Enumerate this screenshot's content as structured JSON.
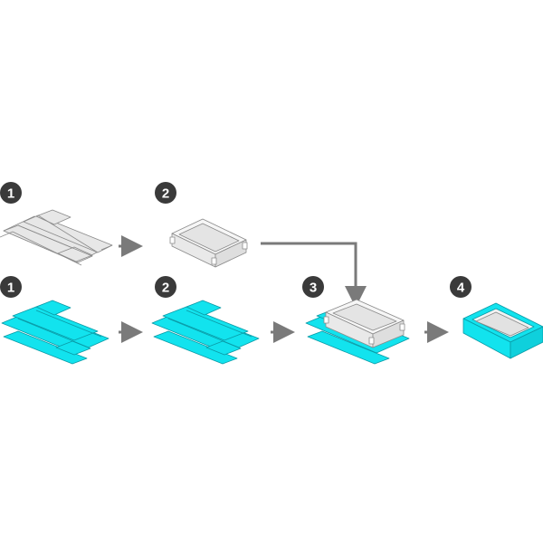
{
  "colors": {
    "badge": "#3a3a3a",
    "badge_text": "#ffffff",
    "arrow": "#7a7a7a",
    "gray_fill": "#e7e7e7",
    "gray_stroke": "#8a8a8a",
    "cyan_fill": "#12e3ee",
    "cyan_stroke": "#0a9aa6",
    "box_inner": "#f2f2f2"
  },
  "steps": {
    "top_row": [
      {
        "number": "1",
        "icon": "flat-tray-blank-icon"
      },
      {
        "number": "2",
        "icon": "folded-tray-icon"
      }
    ],
    "bottom_row": [
      {
        "number": "1",
        "icon": "flat-cyan-blank-icon"
      },
      {
        "number": "2",
        "icon": "cyan-blank-stack-icon"
      },
      {
        "number": "3",
        "icon": "tray-on-cyan-blank-icon"
      },
      {
        "number": "4",
        "icon": "finished-box-icon"
      }
    ]
  }
}
